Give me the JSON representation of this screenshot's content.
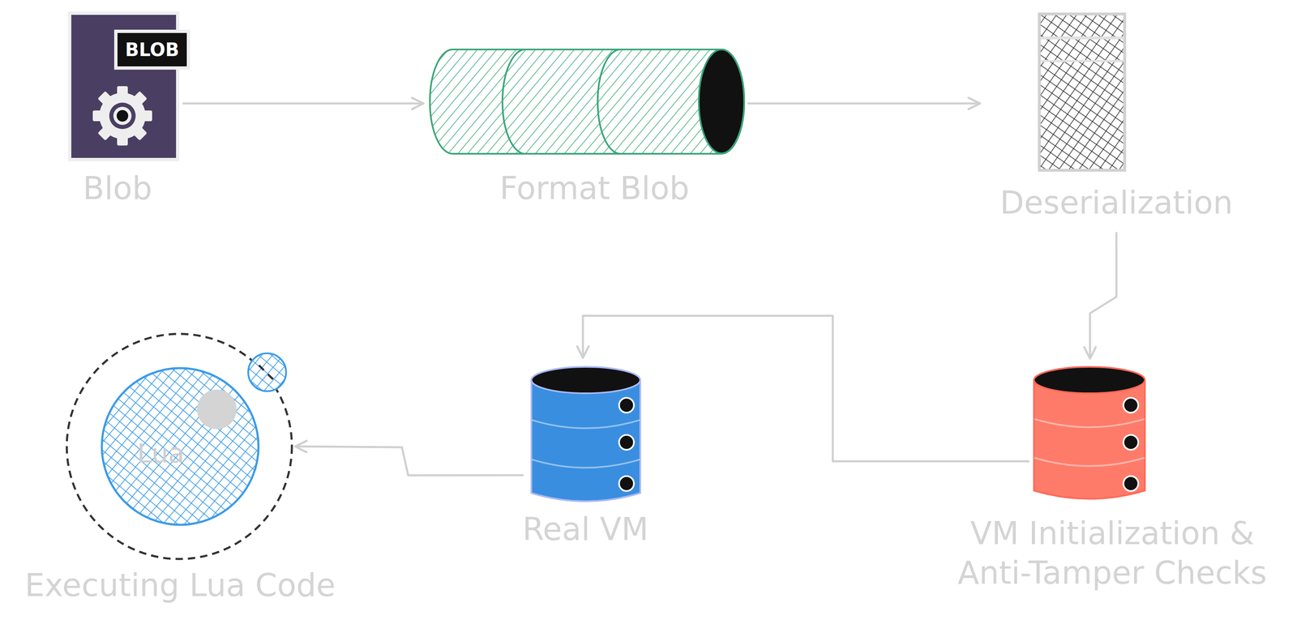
{
  "diagram": {
    "nodes": [
      {
        "text": [
          "BLOB",
          "Blob"
        ]
      },
      {
        "text": [
          "Format Blob"
        ]
      },
      {
        "text": [
          "Deserialization"
        ]
      },
      {
        "text": [
          "VM Initialization & Anti-Tamper Checks"
        ]
      },
      {
        "text": [
          "Real VM"
        ]
      },
      {
        "text": [
          "Lua",
          "Executing Lua Code"
        ]
      }
    ],
    "edges": [
      {
        "from": 0,
        "to": 1,
        "arrow": "to"
      },
      {
        "from": 1,
        "to": 2,
        "arrow": "to"
      },
      {
        "from": 2,
        "to": 3,
        "arrow": "to"
      },
      {
        "from": 3,
        "to": 4,
        "arrow": "to"
      },
      {
        "from": 4,
        "to": 5,
        "arrow": "to"
      }
    ]
  }
}
